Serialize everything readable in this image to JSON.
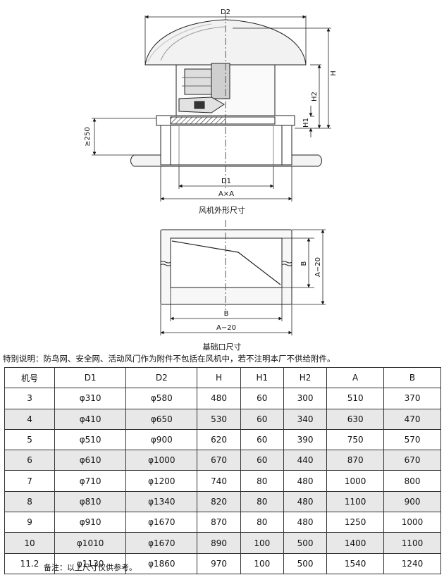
{
  "diagram": {
    "labels": {
      "d2": "D2",
      "h": "H",
      "h2": "H2",
      "h1": "H1",
      "ge250": "≥250",
      "d1": "D1",
      "axa": "A×A",
      "b_vertical": "B",
      "a20_vertical": "A−20",
      "b_horizontal": "B",
      "a20_horizontal": "A−20"
    },
    "caption_fan": "风机外形尺寸",
    "caption_base": "基础口尺寸"
  },
  "note": "特别说明：防鸟网、安全网、活动风门作为附件不包括在风机中，若不注明本厂不供给附件。",
  "table": {
    "headers": [
      "机号",
      "D1",
      "D2",
      "H",
      "H1",
      "H2",
      "A",
      "B"
    ],
    "rows": [
      [
        "3",
        "φ310",
        "φ580",
        "480",
        "60",
        "300",
        "510",
        "370"
      ],
      [
        "4",
        "φ410",
        "φ650",
        "530",
        "60",
        "340",
        "630",
        "470"
      ],
      [
        "5",
        "φ510",
        "φ900",
        "620",
        "60",
        "390",
        "750",
        "570"
      ],
      [
        "6",
        "φ610",
        "φ1000",
        "670",
        "60",
        "440",
        "870",
        "670"
      ],
      [
        "7",
        "φ710",
        "φ1200",
        "740",
        "80",
        "480",
        "1000",
        "800"
      ],
      [
        "8",
        "φ810",
        "φ1340",
        "820",
        "80",
        "480",
        "1100",
        "900"
      ],
      [
        "9",
        "φ910",
        "φ1670",
        "870",
        "80",
        "480",
        "1250",
        "1000"
      ],
      [
        "10",
        "φ1010",
        "φ1670",
        "890",
        "100",
        "500",
        "1400",
        "1100"
      ],
      [
        "11.2",
        "φ1130",
        "φ1860",
        "970",
        "100",
        "500",
        "1540",
        "1240"
      ]
    ]
  },
  "remark": "备注：以上尺寸仅供参考。"
}
